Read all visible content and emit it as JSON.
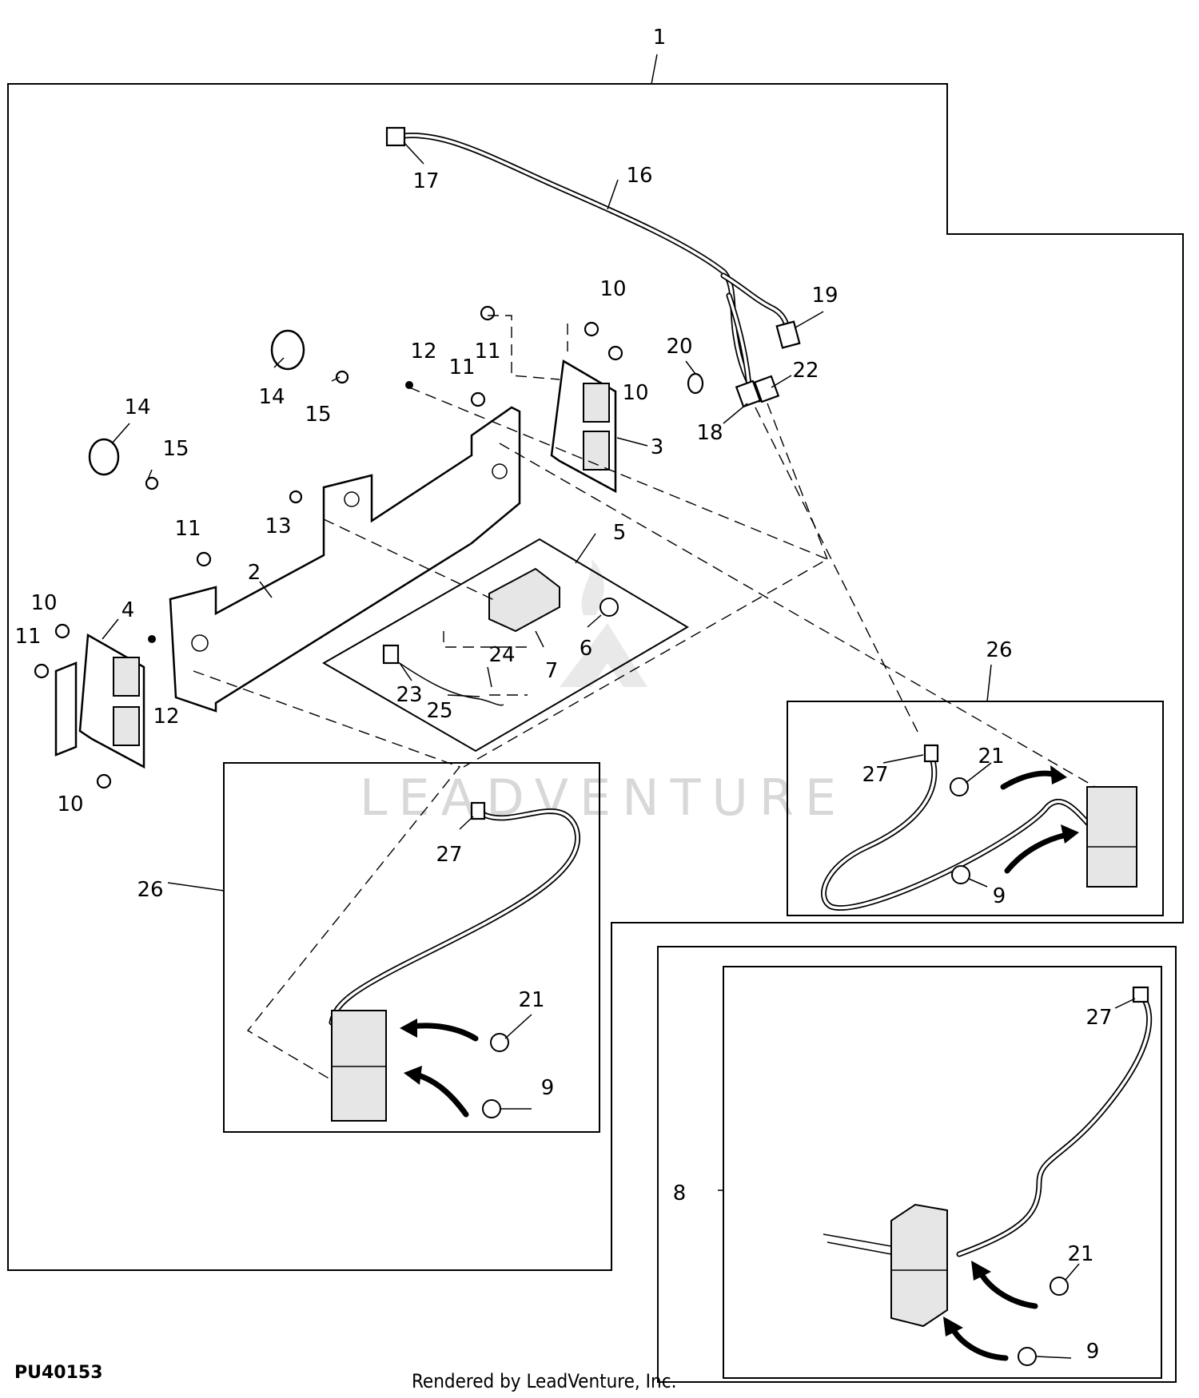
{
  "diagram": {
    "callouts": {
      "c1": "1",
      "c2": "2",
      "c3": "3",
      "c4": "4",
      "c5": "5",
      "c6": "6",
      "c7": "7",
      "c8": "8",
      "c9a": "9",
      "c9b": "9",
      "c9c": "9",
      "c10a": "10",
      "c10b": "10",
      "c10c": "10",
      "c10d": "10",
      "c11a": "11",
      "c11b": "11",
      "c11c": "11",
      "c11d": "11",
      "c12a": "12",
      "c12b": "12",
      "c13": "13",
      "c14a": "14",
      "c14b": "14",
      "c15a": "15",
      "c15b": "15",
      "c16": "16",
      "c17": "17",
      "c18": "18",
      "c19": "19",
      "c20": "20",
      "c21a": "21",
      "c21b": "21",
      "c21c": "21",
      "c22": "22",
      "c23": "23",
      "c24": "24",
      "c25": "25",
      "c26a": "26",
      "c26b": "26",
      "c27a": "27",
      "c27b": "27",
      "c27c": "27"
    },
    "watermark": "LEADVENTURE"
  },
  "footer": {
    "figure_code": "PU40153",
    "credit": "Rendered by LeadVenture, Inc."
  }
}
